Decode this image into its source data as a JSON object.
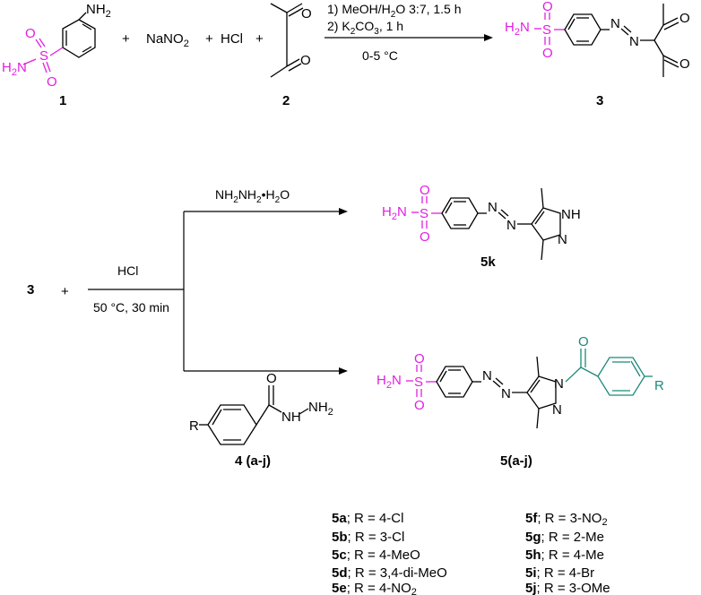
{
  "colors": {
    "sulfonamide": "#e020e0",
    "benzoyl": "#1b8a7a",
    "bond": "#000000"
  },
  "step1": {
    "reagents": {
      "sodium_nitrite": "NaNO",
      "sodium_nitrite_sub": "2",
      "hcl": "HCl",
      "plus": "+"
    },
    "conditions": {
      "line1": "1) MeOH/H",
      "line1_sub": "2",
      "line1_rest": "O 3:7, 1.5 h",
      "line2": "2) K",
      "line2_sub1": "2",
      "line2_mid": "CO",
      "line2_sub2": "3",
      "line2_rest": ", 1 h",
      "line3": "0-5 °C"
    },
    "labels": {
      "compound1": "1",
      "compound2": "2",
      "compound3": "3"
    }
  },
  "atoms": {
    "S": "S",
    "O": "O",
    "H2N": "H",
    "H2N_sub": "2",
    "H2N_N": "N",
    "NH2_N": "NH",
    "NH2_sub": "2",
    "N": "N",
    "NH": "NH",
    "R": "R"
  },
  "step2": {
    "start_label": "3",
    "plus": "+",
    "main_condition_top": "HCl",
    "main_condition_bottom": "50 °C, 30 min",
    "hydrazine": {
      "pre": "NH",
      "sub1": "2",
      "mid": "NH",
      "sub2": "2",
      "dot": "•",
      "post": "H",
      "sub3": "2",
      "end": "O"
    },
    "product_5k": "5k",
    "reagent_4": "4 (a-j)",
    "product_5": "5(a-j)"
  },
  "legend": {
    "left": [
      {
        "id": "5a",
        "text": "; R = 4-Cl"
      },
      {
        "id": "5b",
        "text": "; R = 3-Cl"
      },
      {
        "id": "5c",
        "text": "; R = 4-MeO"
      },
      {
        "id": "5d",
        "text": "; R = 3,4-di-MeO"
      },
      {
        "id": "5e",
        "text": "; R = 4-NO",
        "sub": "2"
      }
    ],
    "right": [
      {
        "id": "5f",
        "text": "; R = 3-NO",
        "sub": "2"
      },
      {
        "id": "5g",
        "text": "; R = 2-Me"
      },
      {
        "id": "5h",
        "text": "; R = 4-Me"
      },
      {
        "id": "5i",
        "text": "; R = 4-Br"
      },
      {
        "id": "5j",
        "text": "; R = 3-OMe"
      }
    ]
  }
}
